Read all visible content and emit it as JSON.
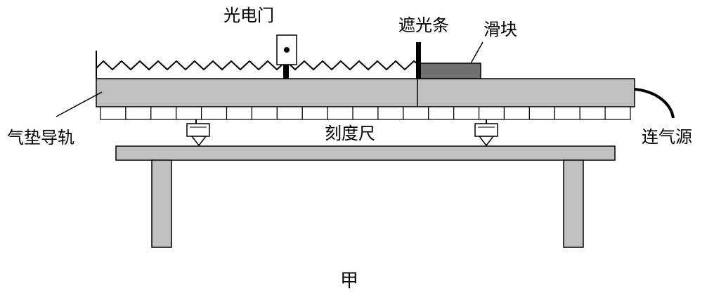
{
  "labels": {
    "photogate": "光电门",
    "shading_strip": "遮光条",
    "slider": "滑块",
    "air_track": "气垫导轨",
    "scale": "刻度尺",
    "air_source": "连气源"
  },
  "caption": "甲",
  "colors": {
    "rail": "#c0c0c0",
    "slider": "#707070",
    "stroke": "#000000",
    "scale_cells": "#ffffff",
    "background": "#ffffff"
  },
  "icons": {
    "photogate": "photogate-icon",
    "shading_strip": "shading-strip-icon"
  }
}
